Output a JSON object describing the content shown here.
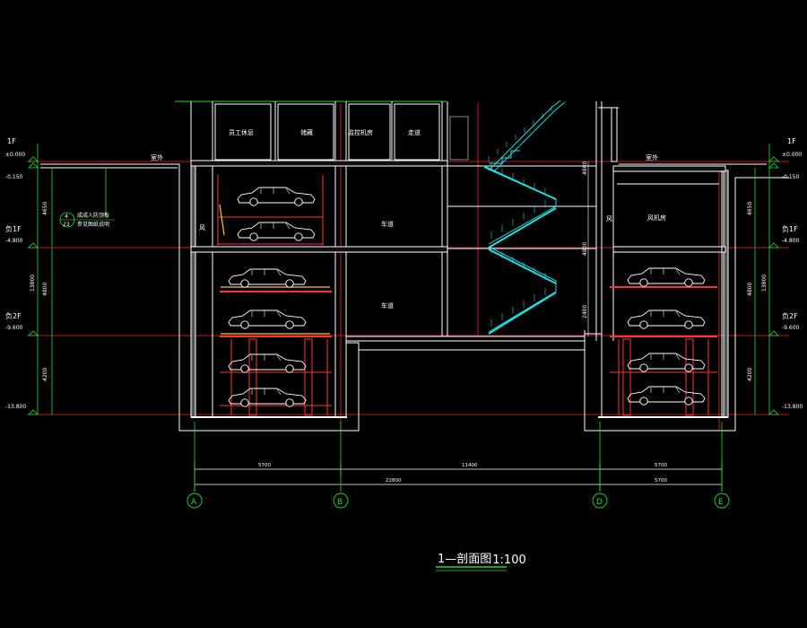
{
  "drawing": {
    "title": "1—剖面图",
    "scale": "1:100",
    "rooms": {
      "staff_restroom": "员工休息",
      "storage": "储藏",
      "control_room": "监控机房",
      "corridor": "走道",
      "fan_room": "风机房",
      "driveway_1": "车道",
      "driveway_2": "车道",
      "outdoor_left": "室外",
      "outdoor_right": "室外",
      "duct_left": "风",
      "duct_right": "风"
    },
    "note": {
      "ref_top": "4",
      "ref_bottom": "23",
      "line1": "成成人防顶板",
      "line2": "参见图纸说明"
    },
    "levels": {
      "left": [
        {
          "name": "1F",
          "value": "±0.000"
        },
        {
          "name": "",
          "value": "-0.150"
        },
        {
          "name": "负1F",
          "value": "-4.800"
        },
        {
          "name": "负2F",
          "value": "-9.600"
        },
        {
          "name": "",
          "value": "-13.800"
        }
      ],
      "right": [
        {
          "name": "1F",
          "value": "±0.000"
        },
        {
          "name": "",
          "value": "-0.150"
        },
        {
          "name": "负1F",
          "value": "-4.800"
        },
        {
          "name": "负2F",
          "value": "-9.600"
        },
        {
          "name": "",
          "value": "-13.800"
        }
      ]
    },
    "vertical_dims": {
      "left": [
        "4650",
        "13800",
        "4800",
        "4200"
      ],
      "right": [
        "4650",
        "13800",
        "4800",
        "4200"
      ],
      "stair": [
        "4800",
        "4800",
        "2400"
      ]
    },
    "horizontal_dims": {
      "segments": [
        "5700",
        "11400",
        "5700"
      ],
      "total_left": "22800",
      "total_right": "5700"
    },
    "axes": [
      "A",
      "B",
      "D",
      "E"
    ],
    "colors": {
      "background": "#000000",
      "wall": "#ffffff",
      "level_line": "#ff2222",
      "axis": "#22dd22",
      "stair": "#22dddd",
      "lift": "#ff3333",
      "text": "#ffffff"
    }
  }
}
